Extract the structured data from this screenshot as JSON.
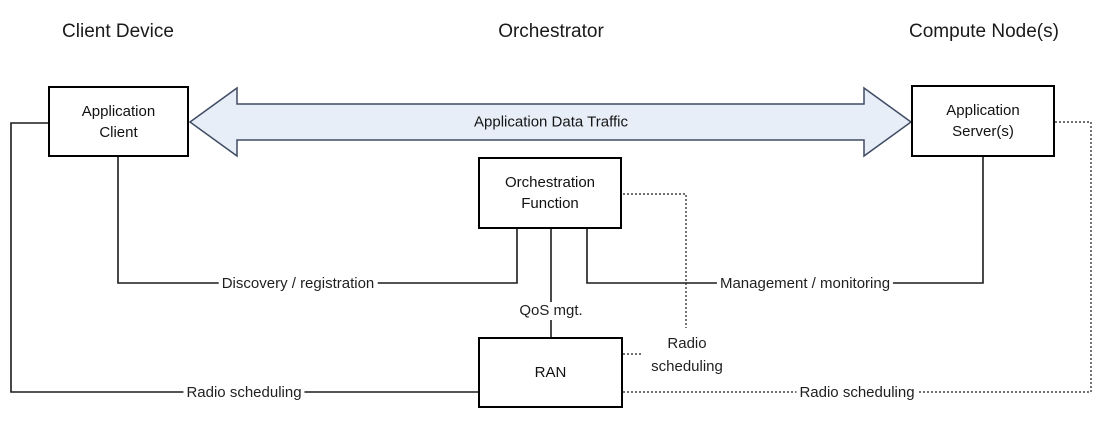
{
  "columns": [
    {
      "label": "Client Device"
    },
    {
      "label": "Orchestrator"
    },
    {
      "label": "Compute Node(s)"
    }
  ],
  "nodes": {
    "application_client": {
      "line1": "Application",
      "line2": "Client"
    },
    "application_server": {
      "line1": "Application",
      "line2": "Server(s)"
    },
    "orchestration_function": {
      "line1": "Orchestration",
      "line2": "Function"
    },
    "ran": {
      "label": "RAN"
    }
  },
  "arrow": {
    "label": "Application Data Traffic"
  },
  "link_labels": {
    "discovery": "Discovery / registration",
    "management": "Management / monitoring",
    "qos": "QoS mgt.",
    "radio_left": "Radio scheduling",
    "radio_mid_line1": "Radio",
    "radio_mid_line2": "scheduling",
    "radio_right": "Radio scheduling"
  },
  "colors": {
    "arrow_fill": "#e8eef8",
    "arrow_stroke": "#3f4c63",
    "line": "#1c1c1c"
  }
}
